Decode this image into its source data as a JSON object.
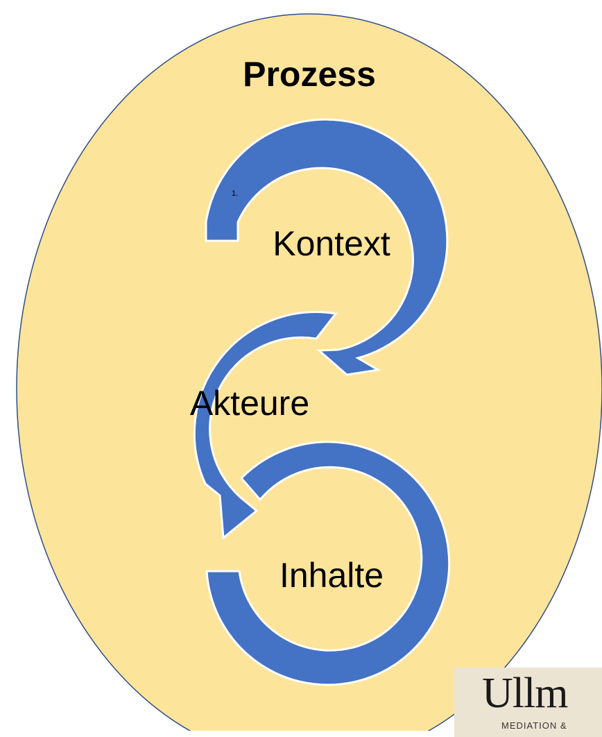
{
  "diagram": {
    "title": "Prozess",
    "steps": [
      {
        "number": "1.",
        "label": "Kontext"
      },
      {
        "number": "",
        "label": "Akteure"
      },
      {
        "number": "",
        "label": "Inhalte"
      }
    ]
  },
  "logo": {
    "wordmark": "Ullm",
    "subtitle": "MEDIATION &"
  },
  "colors": {
    "ellipse_fill": "#fde49b",
    "ellipse_stroke": "#2f4d86",
    "arrow_fill": "#4472c4",
    "arrow_stroke": "#ffffff",
    "logo_background": "#ece4d3"
  }
}
